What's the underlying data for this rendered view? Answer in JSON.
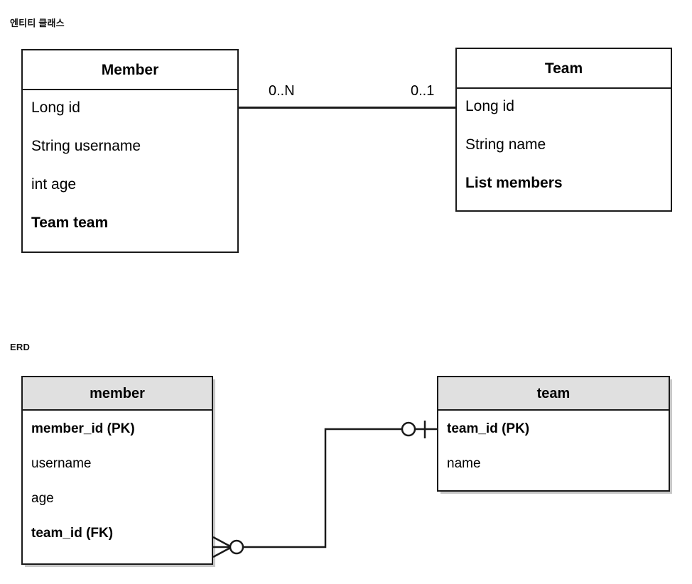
{
  "page": {
    "background": "#ffffff",
    "ink": "#1a1a1a",
    "header_fill": "#e0e0e0"
  },
  "sections": {
    "entity_class": {
      "caption": "엔티티 클래스",
      "diagram_type": "uml-class-diagram"
    },
    "erd": {
      "caption": "ERD",
      "diagram_type": "entity-relationship-diagram"
    }
  },
  "uml": {
    "classes": [
      {
        "name": "Member",
        "fields": [
          {
            "text": "Long id",
            "bold": false
          },
          {
            "text": "String username",
            "bold": false
          },
          {
            "text": "int age",
            "bold": false
          },
          {
            "text": "Team team",
            "bold": true
          }
        ]
      },
      {
        "name": "Team",
        "fields": [
          {
            "text": "Long id",
            "bold": false
          },
          {
            "text": "String name",
            "bold": false
          },
          {
            "text": "List members",
            "bold": true
          }
        ]
      }
    ],
    "association": {
      "source_multiplicity": "0..N",
      "target_multiplicity": "0..1"
    }
  },
  "erd": {
    "tables": [
      {
        "name": "member",
        "columns": [
          {
            "text": "member_id (PK)",
            "bold": true
          },
          {
            "text": "username",
            "bold": false
          },
          {
            "text": "age",
            "bold": false
          },
          {
            "text": "team_id (FK)",
            "bold": true
          }
        ]
      },
      {
        "name": "team",
        "columns": [
          {
            "text": "team_id (PK)",
            "bold": true
          },
          {
            "text": "name",
            "bold": false
          }
        ]
      }
    ],
    "relationship": {
      "member_side": "zero-or-many",
      "team_side": "zero-or-one"
    }
  }
}
